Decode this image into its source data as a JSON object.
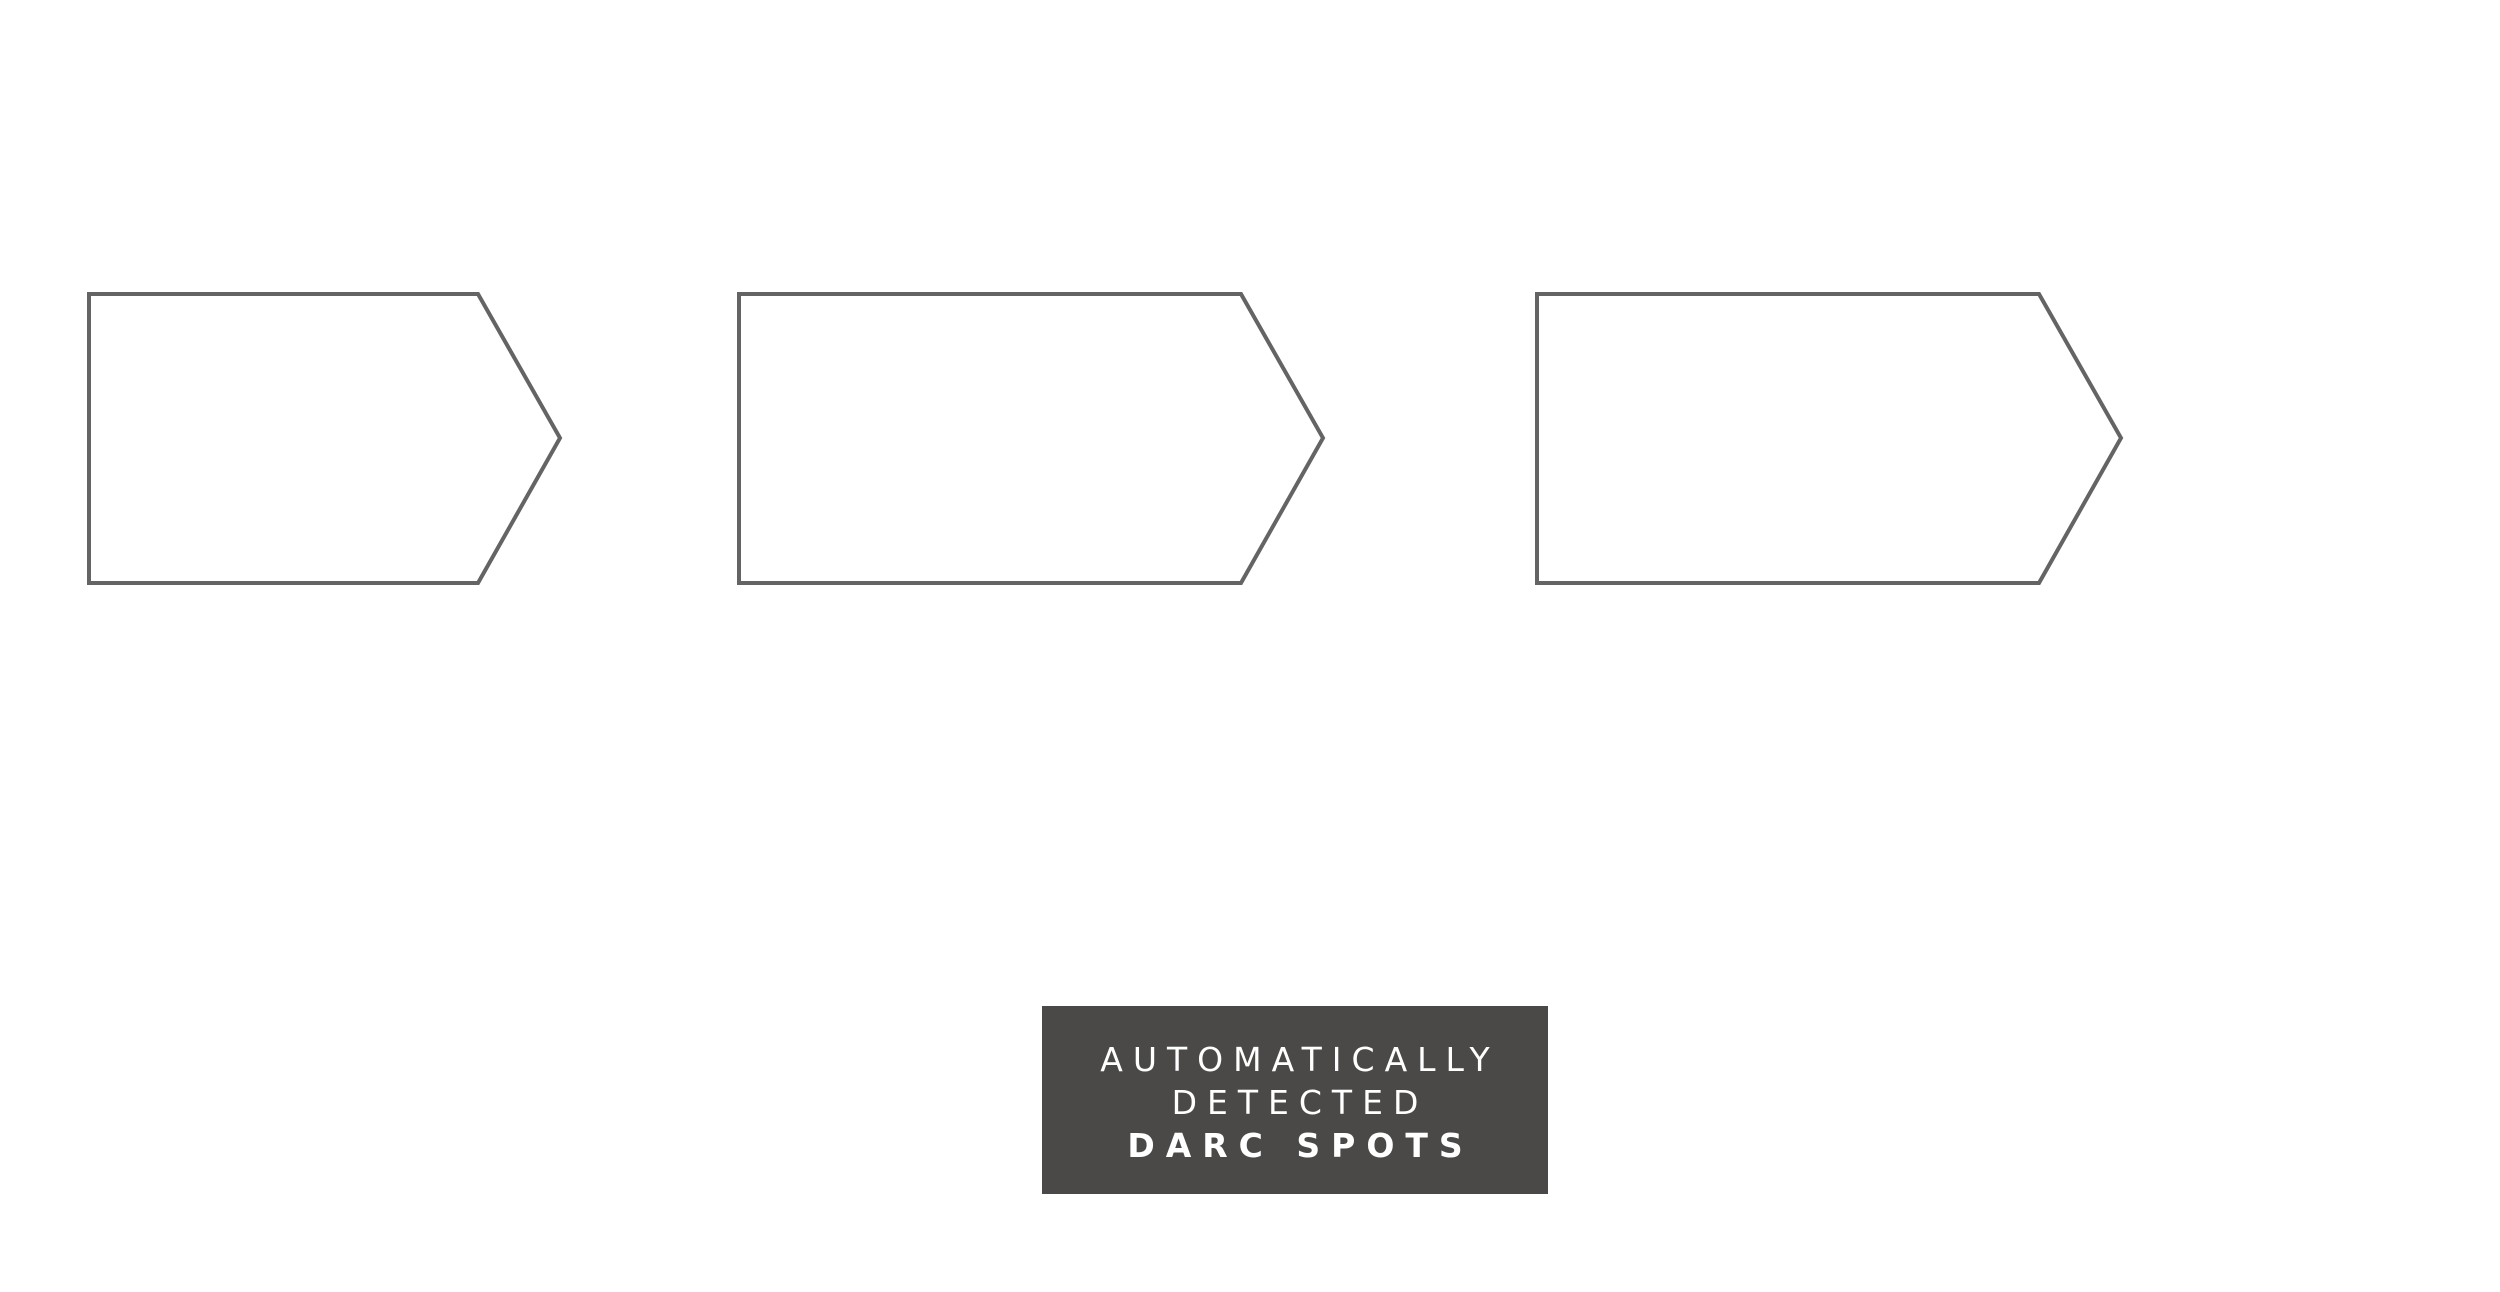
{
  "diagram": {
    "stroke_color": "#646464",
    "shapes": [
      {
        "id": "step-1",
        "label": ""
      },
      {
        "id": "step-2",
        "label": ""
      },
      {
        "id": "step-3",
        "label": ""
      }
    ]
  },
  "label_box": {
    "background_color": "#4a4948",
    "text_color": "#ffffff",
    "line1": "AUTOMATICALLY",
    "line2": "DETECTED",
    "line3": "DARC SPOTS"
  }
}
